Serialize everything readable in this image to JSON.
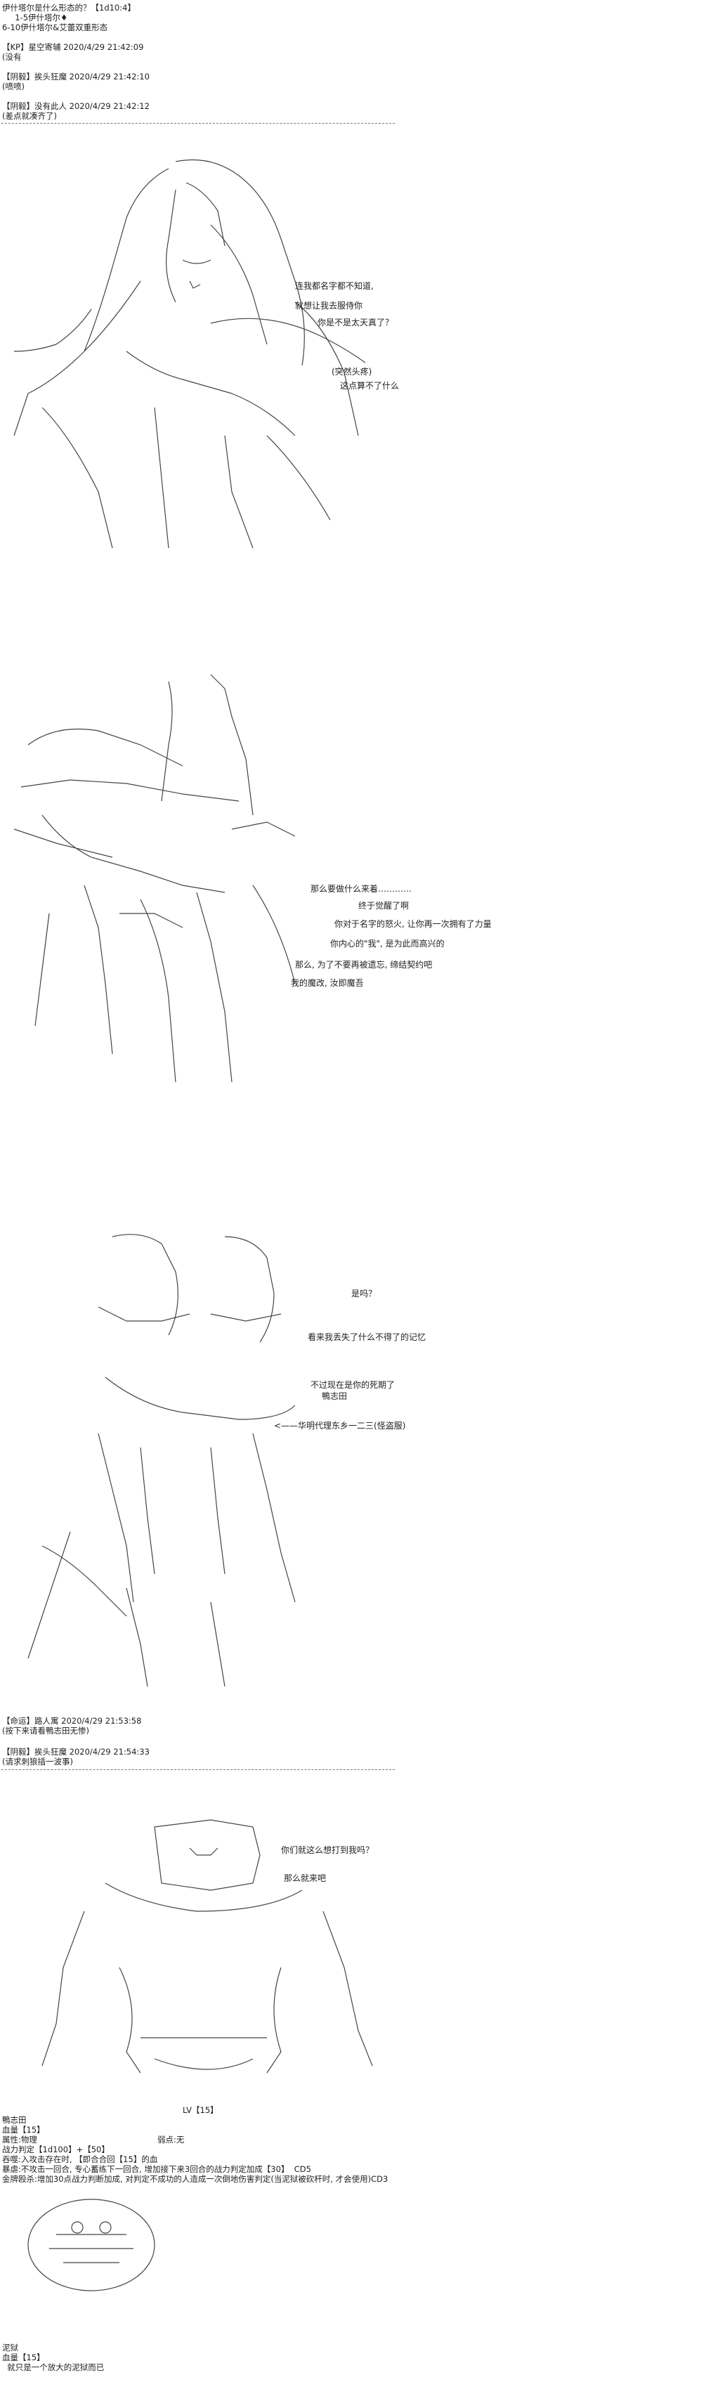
{
  "header": {
    "lines": [
      "伊什塔尔是什么形态的？【1d10:4】",
      "     1-5伊什塔尔♦",
      "6-10伊什塔尔&艾蕾双重形态"
    ]
  },
  "posts_top": [
    {
      "author": "【KP】星空寄辅 2020/4/29 21:42:09",
      "body": "(没有"
    },
    {
      "author": "【阴毅】挨头狂魔 2020/4/29 21:42:10",
      "body": "(喷喷)"
    },
    {
      "author": "【阴毅】没有此人 2020/4/29 21:42:12",
      "body": "(差点就凑齐了)"
    }
  ],
  "panel1": {
    "lines": [
      "连我都名字都不知道,",
      "就想让我去服侍你",
      "你是不是太天真了？",
      "(突然头疼)",
      "这点算不了什么"
    ]
  },
  "panel2": {
    "lines": [
      "那么要做什么来着…………",
      "终于觉醒了啊",
      "你对于名字的怒火, 让你再一次拥有了力量",
      "你内心的\"我\", 是为此而高兴的",
      "那么, 为了不要再被遗忘, 缔结契约吧",
      "我的魔改, 汝即魔吾"
    ]
  },
  "panel3": {
    "lines": [
      "是吗？",
      "看来我丢失了什么不得了的记忆",
      "不过现在是你的死期了",
      "鴨志田",
      "<——华明代理东乡一二三(怪盗服)"
    ]
  },
  "posts_mid": [
    {
      "author": "【命运】路人寓 2020/4/29 21:53:58",
      "body": "(按下来请看鴨志田无惨)"
    },
    {
      "author": "【阴毅】挨头狂魔 2020/4/29 21:54:33",
      "body": "(请求刺狼插一波事)"
    }
  ],
  "panel4": {
    "lines": [
      "你们就这么想打到我吗？",
      "那么就来吧"
    ]
  },
  "status": {
    "level": "LV【15】",
    "name": "鴨志田",
    "hp": "血量【15】",
    "attr": "属性:物理",
    "weak": "弱点:无",
    "power": "战力判定【1d100】+【50】",
    "skills": [
      "吞噬:入攻击存在时, 【即合合回【15】的血",
      "暴虐:不攻击一回合, 专心蓄练下一回合, 增加接下来3回合的战力判定加成【30】  CD5",
      "金牌殴杀:增加30点战力判断加成, 对判定不成功的人造成一次倒地伤害判定(当泥狱被砍杆时, 才会使用)CD3"
    ]
  },
  "bottom": {
    "name": "泥狱",
    "hp": "血量【15】",
    "desc": "  就只是一个放大的泥狱而已"
  }
}
